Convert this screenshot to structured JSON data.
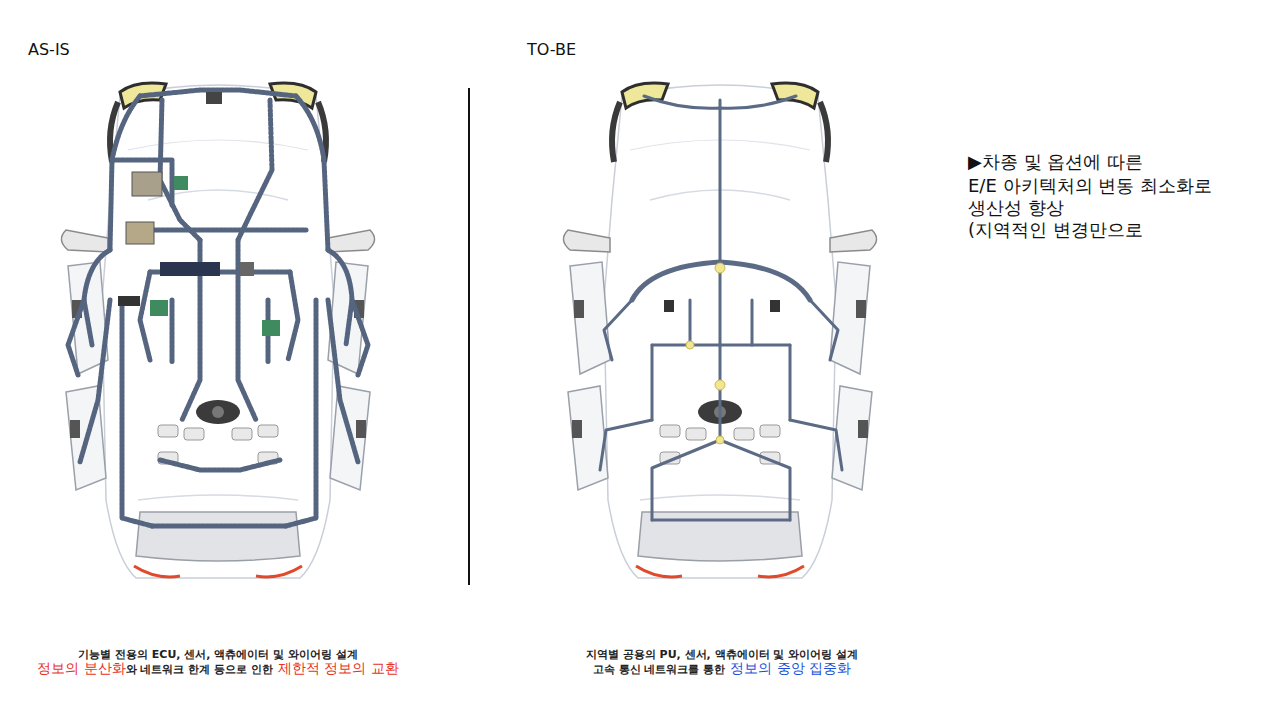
{
  "diagram": {
    "labels": [
      "AS-IS",
      "TO-BE",
      "▶차종 및 옵션에 따른",
      "E/E 아키텍처의 변동 최소화로",
      "생산성 향상",
      "(지역적인 변경만으로",
      "기능별 전용의 ECU, 센서, 액츄에이터 및 와이어링 설계",
      "정보의 분산화",
      "와 네트워크 한계 등으로 인한",
      "제한적 정보의 교환",
      "지역별 공용의 PU, 센서, 액츄에이터 및 와이어링 설계",
      "고속 통신 네트워크를 통한",
      "정보의 중앙 집중화"
    ]
  }
}
